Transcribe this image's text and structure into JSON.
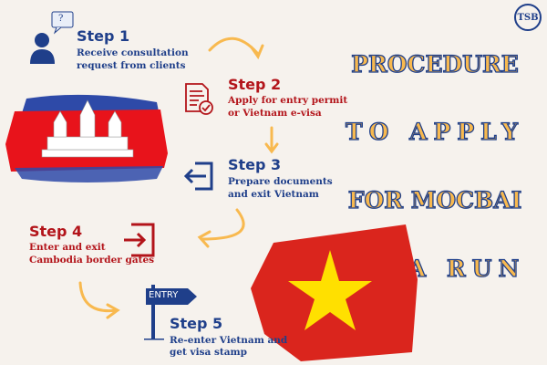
{
  "logo": {
    "text": "TSB"
  },
  "headline": {
    "lines": [
      "PROCEDURE",
      "TO APPLY",
      "FOR MOCBAI",
      "VISA RUN"
    ]
  },
  "steps": [
    {
      "title": "Step 1",
      "desc": [
        "Receive consultation",
        "request from clients"
      ],
      "icon": "user-question-icon"
    },
    {
      "title": "Step 2",
      "desc": [
        "Apply for entry permit",
        "or Vietnam e-visa"
      ],
      "icon": "document-check-icon"
    },
    {
      "title": "Step 3",
      "desc": [
        "Prepare documents",
        "and exit Vietnam"
      ],
      "icon": "exit-icon"
    },
    {
      "title": "Step 4",
      "desc": [
        "Enter and exit",
        "Cambodia border gates"
      ],
      "icon": "enter-icon"
    },
    {
      "title": "Step 5",
      "desc": [
        "Re-enter Vietnam and",
        "get visa stamp"
      ],
      "icon": "entry-sign-icon"
    }
  ],
  "entry_sign": {
    "text": "ENTRY"
  },
  "bubble": {
    "text": "?"
  },
  "colors": {
    "background": "#f6f2ed",
    "blue": "#1f3f8a",
    "red": "#b3141a",
    "orange": "#f8b94f"
  }
}
